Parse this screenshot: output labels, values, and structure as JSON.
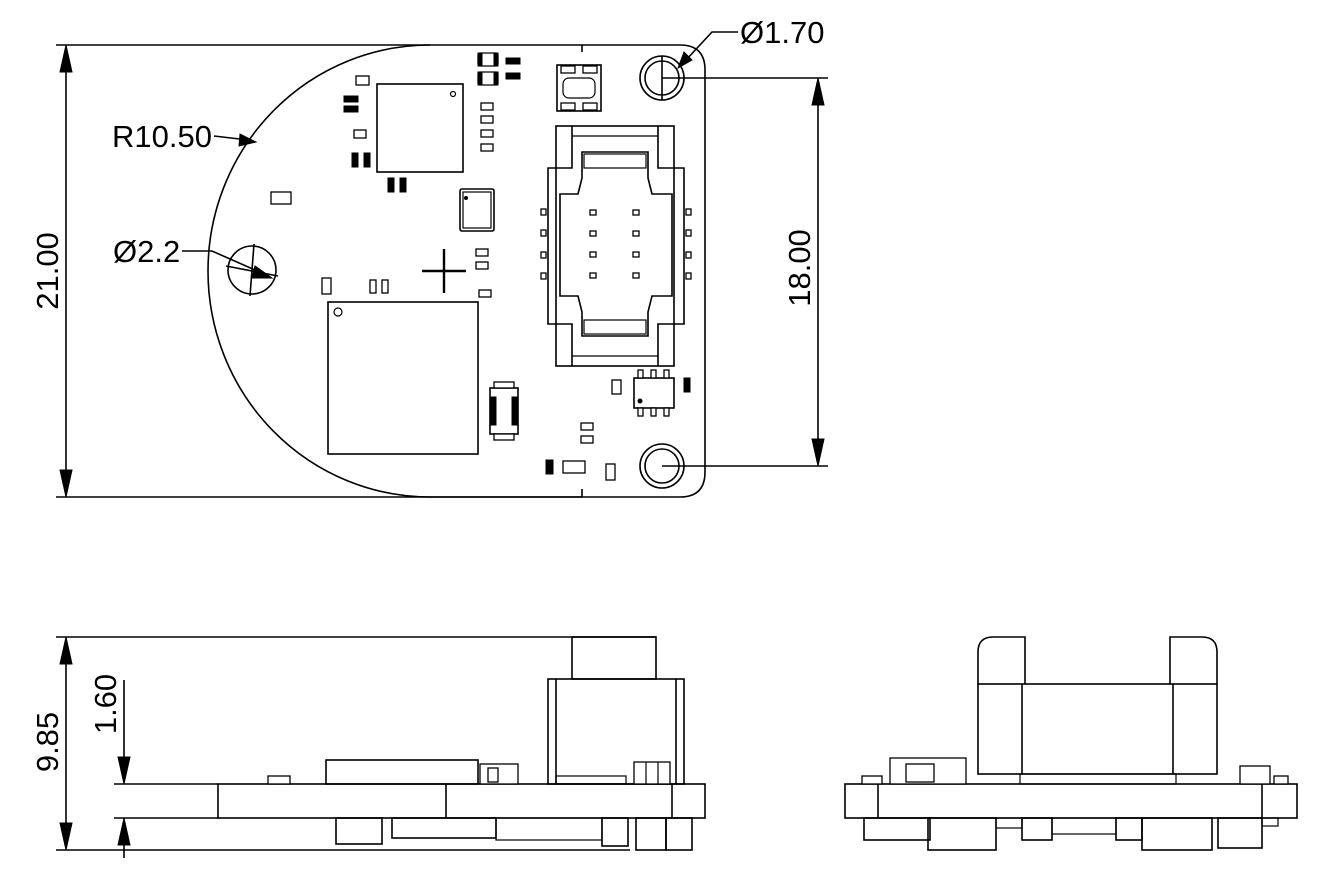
{
  "dimensions": {
    "hole_small": "Ø1.70",
    "radius": "R10.50",
    "hole_large": "Ø2.2",
    "height_total": "21.00",
    "hole_spacing": "18.00",
    "side_height": "9.85",
    "pcb_thickness": "1.60"
  },
  "colors": {
    "line": "#000000",
    "background": "#ffffff"
  }
}
